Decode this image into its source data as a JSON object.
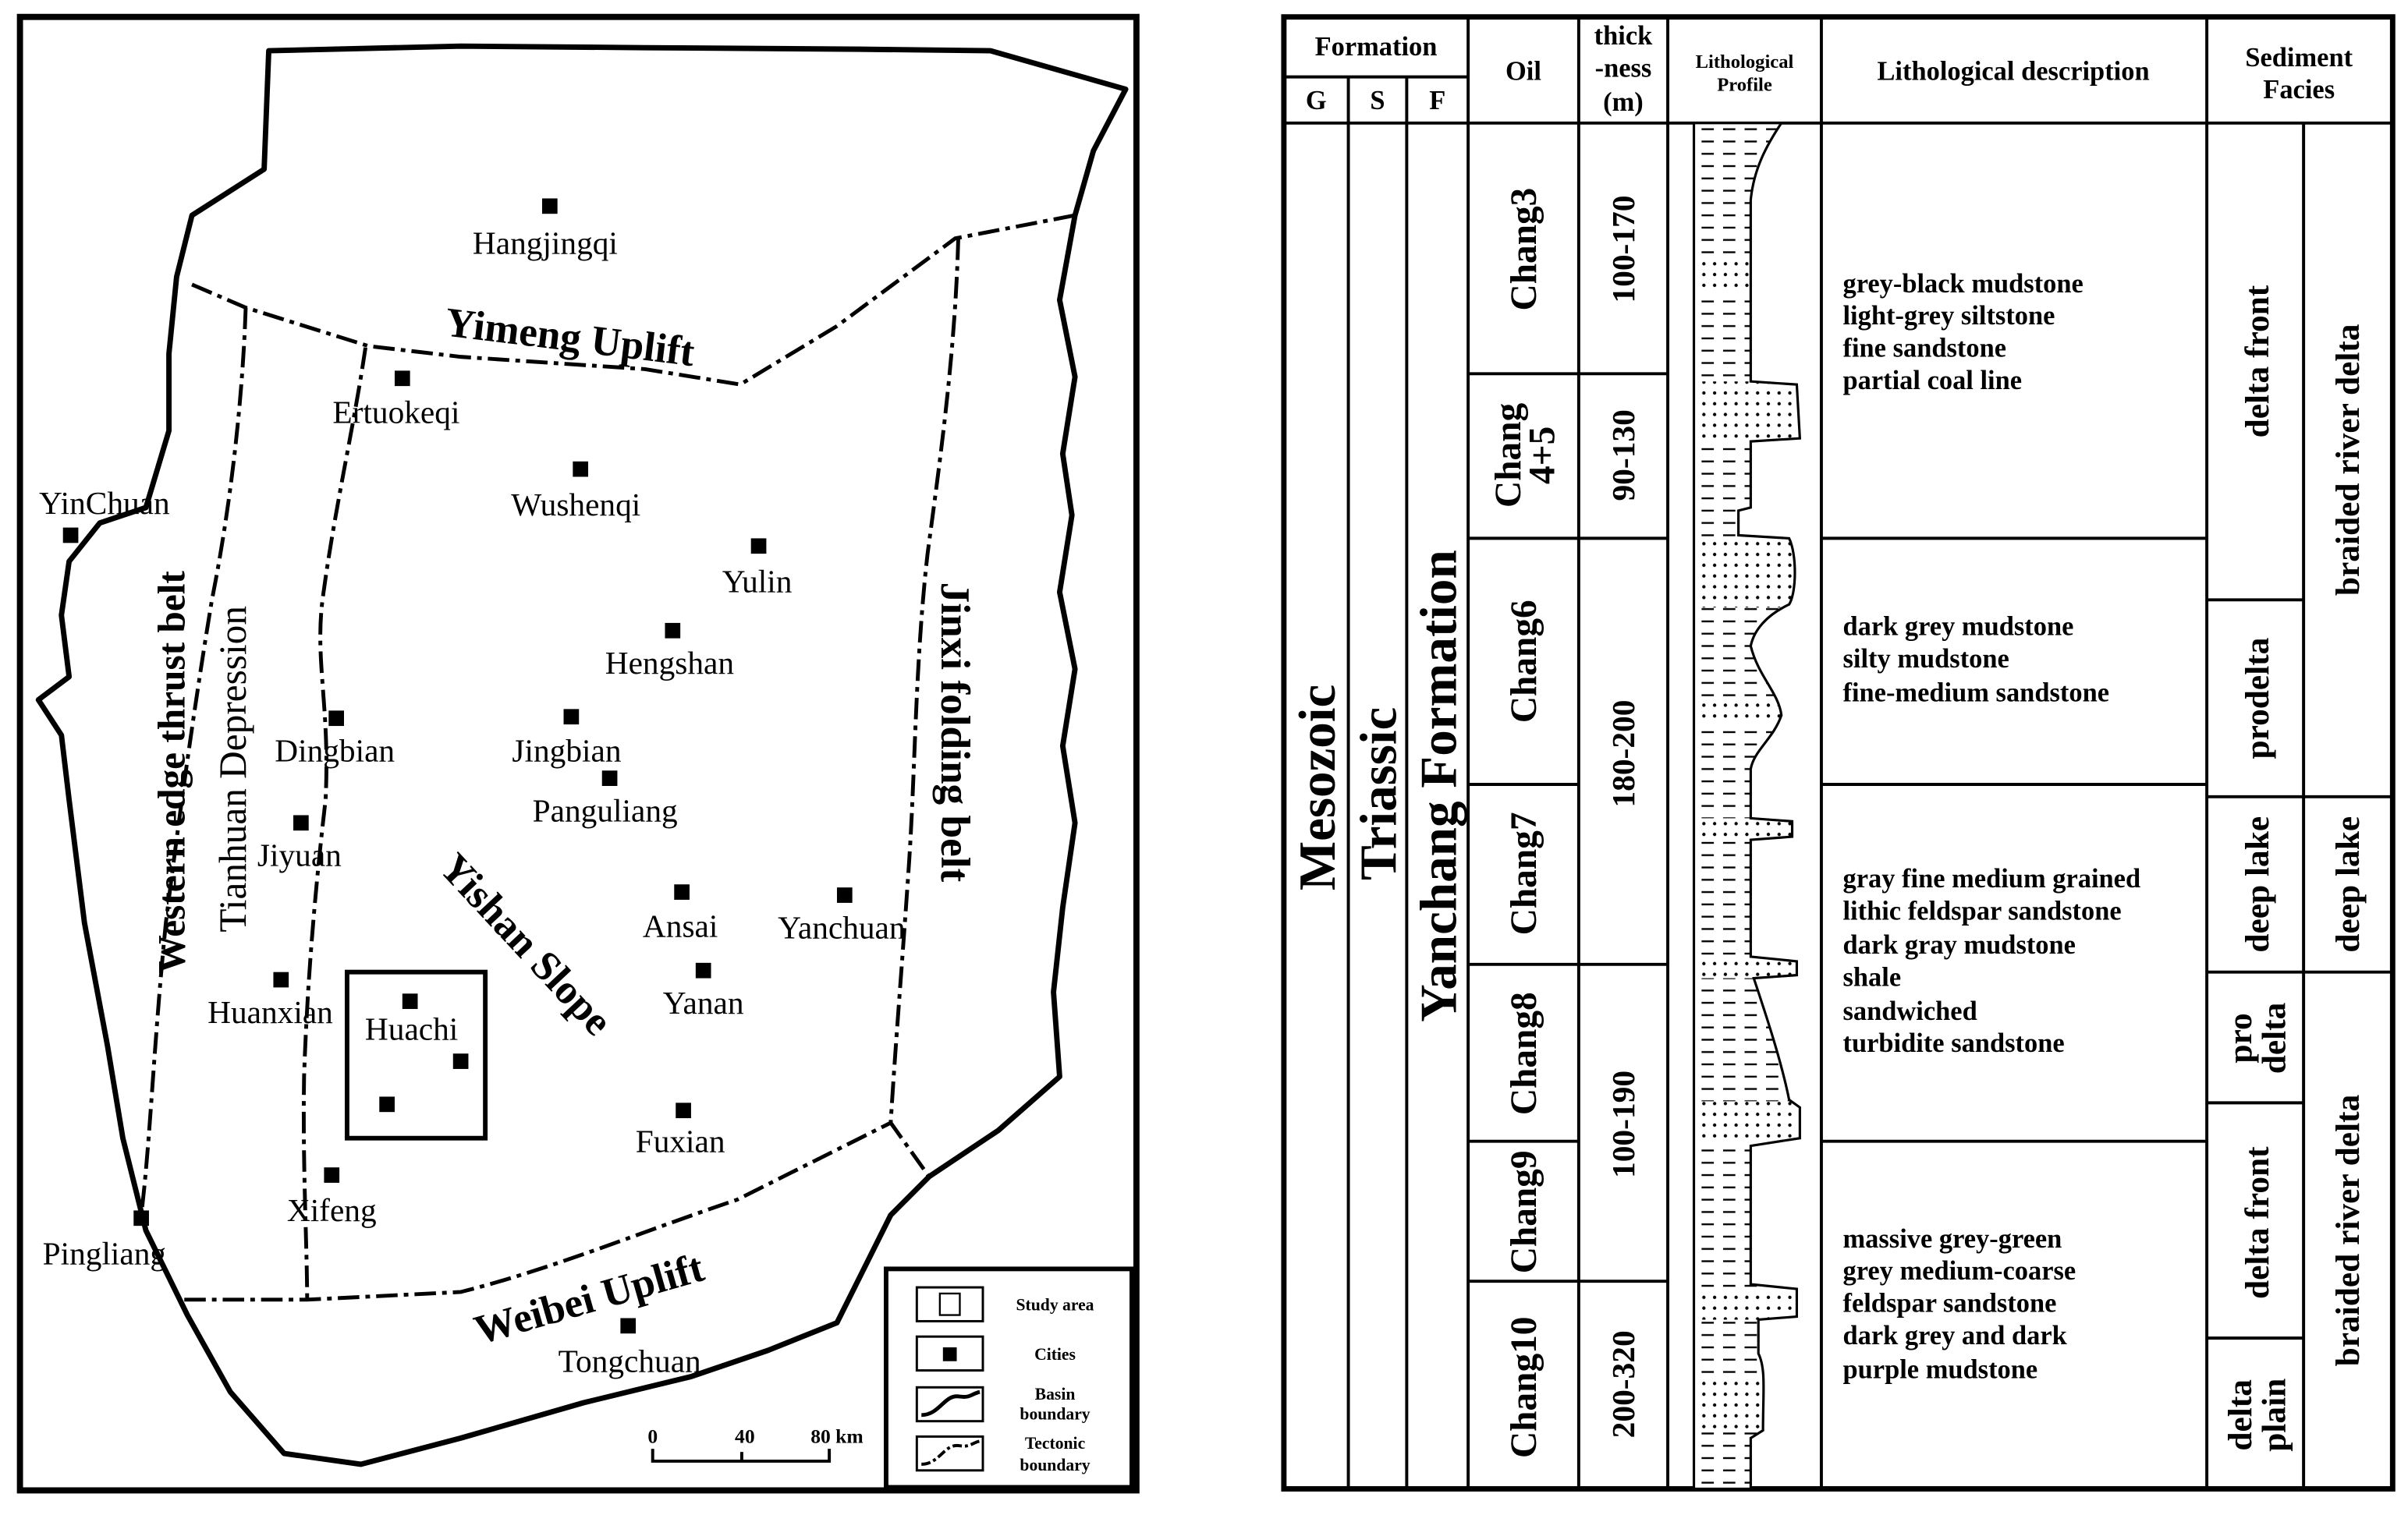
{
  "map": {
    "regions": {
      "yimeng_uplift": "Yimeng Uplift",
      "weibei_uplift": "Weibei Uplift",
      "yishan_slope": "Yishan Slope",
      "western_edge_thrust_belt": "Western edge thrust belt",
      "tianhuan_depression": "Tianhuan Depression",
      "jinxi_folding_belt": "Jinxi folding belt"
    },
    "cities": [
      "Hangjingqi",
      "Ertuokeqi",
      "YinChuan",
      "Wushenqi",
      "Yulin",
      "Hengshan",
      "Dingbian",
      "Jingbian",
      "Panguliang",
      "Jiyuan",
      "Ansai",
      "Yanchuan",
      "Huanxian",
      "Huachi",
      "Yanan",
      "Fuxian",
      "Xifeng",
      "Pingliang",
      "Tongchuan"
    ],
    "legend": {
      "study_area": "Study area",
      "cities": "Cities",
      "basin_boundary": [
        "Basin",
        "boundary"
      ],
      "tectonic_boundary": [
        "Tectonic",
        "boundary"
      ]
    },
    "scale_bar": [
      "0",
      "40",
      "80 km"
    ]
  },
  "column": {
    "header": {
      "formation": "Formation",
      "g": "G",
      "s": "S",
      "f": "F",
      "oil": "Oil",
      "thickness": [
        "thick",
        "-ness",
        "(m)"
      ],
      "profile": [
        "Lithological",
        "Profile"
      ],
      "description": "Lithological description",
      "facies": [
        "Sediment",
        "Facies"
      ]
    },
    "era": "Mesozoic",
    "system": "Triassic",
    "formation": "Yanchang Formation",
    "oil_layers": [
      {
        "lines": [
          "Chang3"
        ]
      },
      {
        "lines": [
          "Chang",
          "4+5"
        ]
      },
      {
        "lines": [
          "Chang6"
        ]
      },
      {
        "lines": [
          "Chang7"
        ]
      },
      {
        "lines": [
          "Chang8"
        ]
      },
      {
        "lines": [
          "Chang9"
        ]
      },
      {
        "lines": [
          "Chang10"
        ]
      }
    ],
    "thickness": [
      "100-170",
      "90-130",
      "180-200",
      "100-190",
      "200-320"
    ],
    "descriptions": [
      [
        "grey-black mudstone",
        "light-grey siltstone",
        "fine sandstone",
        "partial coal line"
      ],
      [
        "dark grey mudstone",
        "silty mudstone",
        "fine-medium sandstone"
      ],
      [
        "gray fine medium grained",
        "lithic feldspar sandstone",
        "dark gray mudstone",
        "shale",
        "sandwiched",
        "turbidite sandstone"
      ],
      [
        "massive grey-green",
        "grey medium-coarse",
        "feldspar sandstone",
        "dark grey and dark",
        "purple mudstone"
      ]
    ],
    "facies_inner": [
      {
        "lines": [
          "delta front"
        ]
      },
      {
        "lines": [
          "prodelta"
        ]
      },
      {
        "lines": [
          "deep lake"
        ]
      },
      {
        "lines": [
          "pro",
          "delta"
        ]
      },
      {
        "lines": [
          "delta front"
        ]
      },
      {
        "lines": [
          "delta",
          "plain"
        ]
      }
    ],
    "facies_outer": [
      "braided river delta",
      "deep lake",
      "braided river delta"
    ]
  }
}
